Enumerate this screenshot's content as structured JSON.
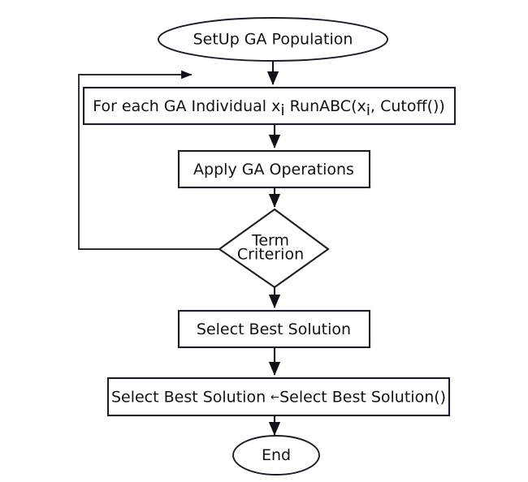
{
  "diagram": {
    "title": "GA-ABC Hybrid Algorithm Flowchart",
    "type": "flowchart",
    "background_color": "#ffffff",
    "stroke_color": "#1c1c2b",
    "text_color": "#111119",
    "nodes": [
      {
        "id": "start",
        "shape": "ellipse",
        "label": "SetUp GA Population"
      },
      {
        "id": "run-abc",
        "shape": "rectangle",
        "label": "For each GA Individual x RunABC(x, Cutoff())",
        "label_parts": {
          "seg1": "For each GA Individual x",
          "sub1": "i",
          "seg2": " RunABC(x",
          "sub2": "i",
          "seg3": ", Cutoff())"
        }
      },
      {
        "id": "ga-ops",
        "shape": "rectangle",
        "label": "Apply GA Operations"
      },
      {
        "id": "term-criterion",
        "shape": "diamond",
        "label": "Term Criterion",
        "label_line1": "Term",
        "label_line2": "Criterion"
      },
      {
        "id": "select-best",
        "shape": "rectangle",
        "label": "Select Best Solution"
      },
      {
        "id": "assign-best",
        "shape": "rectangle",
        "label": "Select Best Solution ←Select Best Solution()",
        "label_parts": {
          "lhs": "Select Best Solution ",
          "arrow": "←",
          "rhs": "Select Best Solution()"
        }
      },
      {
        "id": "end",
        "shape": "ellipse",
        "label": "End"
      }
    ],
    "edges": [
      {
        "from": "start",
        "to": "run-abc",
        "label": ""
      },
      {
        "from": "run-abc",
        "to": "ga-ops",
        "label": ""
      },
      {
        "from": "ga-ops",
        "to": "term-criterion",
        "label": ""
      },
      {
        "from": "term-criterion",
        "to": "run-abc",
        "label": ""
      },
      {
        "from": "term-criterion",
        "to": "select-best",
        "label": ""
      },
      {
        "from": "select-best",
        "to": "assign-best",
        "label": ""
      },
      {
        "from": "assign-best",
        "to": "end",
        "label": ""
      }
    ]
  }
}
